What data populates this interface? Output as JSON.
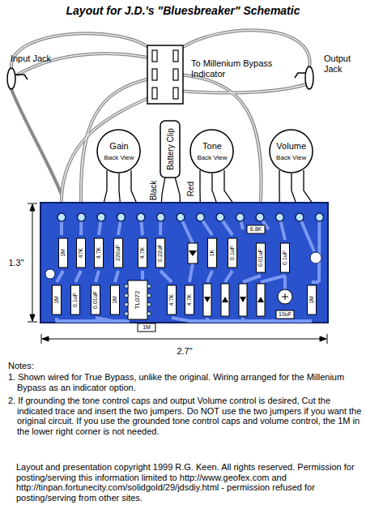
{
  "diagram": {
    "title": "Layout for J.D.'s \"Bluesbreaker\" Schematic",
    "nodes": [
      {
        "text": [
          "Gain",
          "Back View"
        ]
      },
      {
        "text": [
          "Battery Clip"
        ]
      },
      {
        "text": [
          "Tone",
          "Back View"
        ]
      },
      {
        "text": [
          "Volume",
          "Back View"
        ]
      }
    ],
    "labels": [
      "Input Jack",
      "To Millenium Bypass Indicator",
      "Output Jack",
      "Black",
      "Red",
      "1M",
      "47K",
      "4.7K",
      "220uF",
      "4.7K",
      "0.22uF",
      "1K",
      "0.1uF",
      "6.8K",
      "0.01uF",
      "0.1uF",
      "1M",
      "0.1uF",
      "0.01uF",
      "1M",
      "TL072",
      "1M",
      "4.7K",
      "4.7K",
      "1M",
      "10uF",
      "1.3\"",
      "2.7\"",
      "Notes:",
      "1. Shown wired for True Bypass, unlike the original. Wiring arranged for the Millenium Bypass as an indicator option.",
      "2. If grounding the tone control caps and output Volume control is desired, Cut the indicated trace and insert the two jumpers. Do NOT use the two jumpers if you want the original circuit. If you use the grounded tone control caps and volume control, the 1M in the lower right corner is not needed.",
      "Layout and presentation copyright 1999 R.G. Keen. All rights reserved. Permission for posting/serving this information limited to http://www.geofex.com and http://tinpan.fortunecity.com/solidgold/29/jdsdiy.html - permission refused for posting/serving from other sites."
    ]
  }
}
